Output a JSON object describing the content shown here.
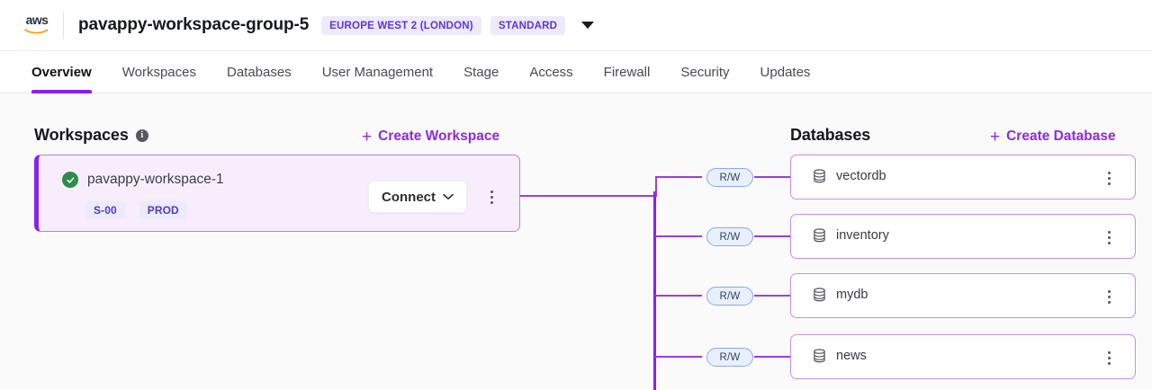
{
  "header": {
    "logo_icon": "aws-logo",
    "title": "pavappy-workspace-group-5",
    "region_badge": "EUROPE WEST 2 (LONDON)",
    "tier_badge": "STANDARD",
    "caret_icon": "chevron-down-icon"
  },
  "tabs": [
    {
      "label": "Overview",
      "active": true
    },
    {
      "label": "Workspaces",
      "active": false
    },
    {
      "label": "Databases",
      "active": false
    },
    {
      "label": "User Management",
      "active": false
    },
    {
      "label": "Stage",
      "active": false
    },
    {
      "label": "Access",
      "active": false
    },
    {
      "label": "Firewall",
      "active": false
    },
    {
      "label": "Security",
      "active": false
    },
    {
      "label": "Updates",
      "active": false
    }
  ],
  "workspaces_section": {
    "title": "Workspaces",
    "info_icon": "info-icon",
    "create_label": "Create Workspace",
    "create_icon": "plus-icon",
    "card": {
      "status_icon": "check-circle-icon",
      "name": "pavappy-workspace-1",
      "size_badge": "S-00",
      "env_badge": "PROD",
      "connect_label": "Connect",
      "connect_caret_icon": "chevron-down-icon",
      "menu_icon": "kebab-menu-icon"
    }
  },
  "databases_section": {
    "title": "Databases",
    "create_label": "Create Database",
    "create_icon": "plus-icon",
    "items": [
      {
        "name": "vectordb",
        "access": "R/W",
        "icon": "database-icon",
        "menu_icon": "kebab-menu-icon"
      },
      {
        "name": "inventory",
        "access": "R/W",
        "icon": "database-icon",
        "menu_icon": "kebab-menu-icon"
      },
      {
        "name": "mydb",
        "access": "R/W",
        "icon": "database-icon",
        "menu_icon": "kebab-menu-icon"
      },
      {
        "name": "news",
        "access": "R/W",
        "icon": "database-icon",
        "menu_icon": "kebab-menu-icon"
      }
    ]
  },
  "colors": {
    "accent_purple": "#8b1ff0",
    "link_purple": "#8e2ae2",
    "badge_bg": "#edeafc",
    "badge_text": "#5434d8",
    "card_bg": "#f8edfd",
    "wire": "#9a3fd6",
    "status_green": "#2e8b49",
    "page_bg": "#fafafa"
  }
}
